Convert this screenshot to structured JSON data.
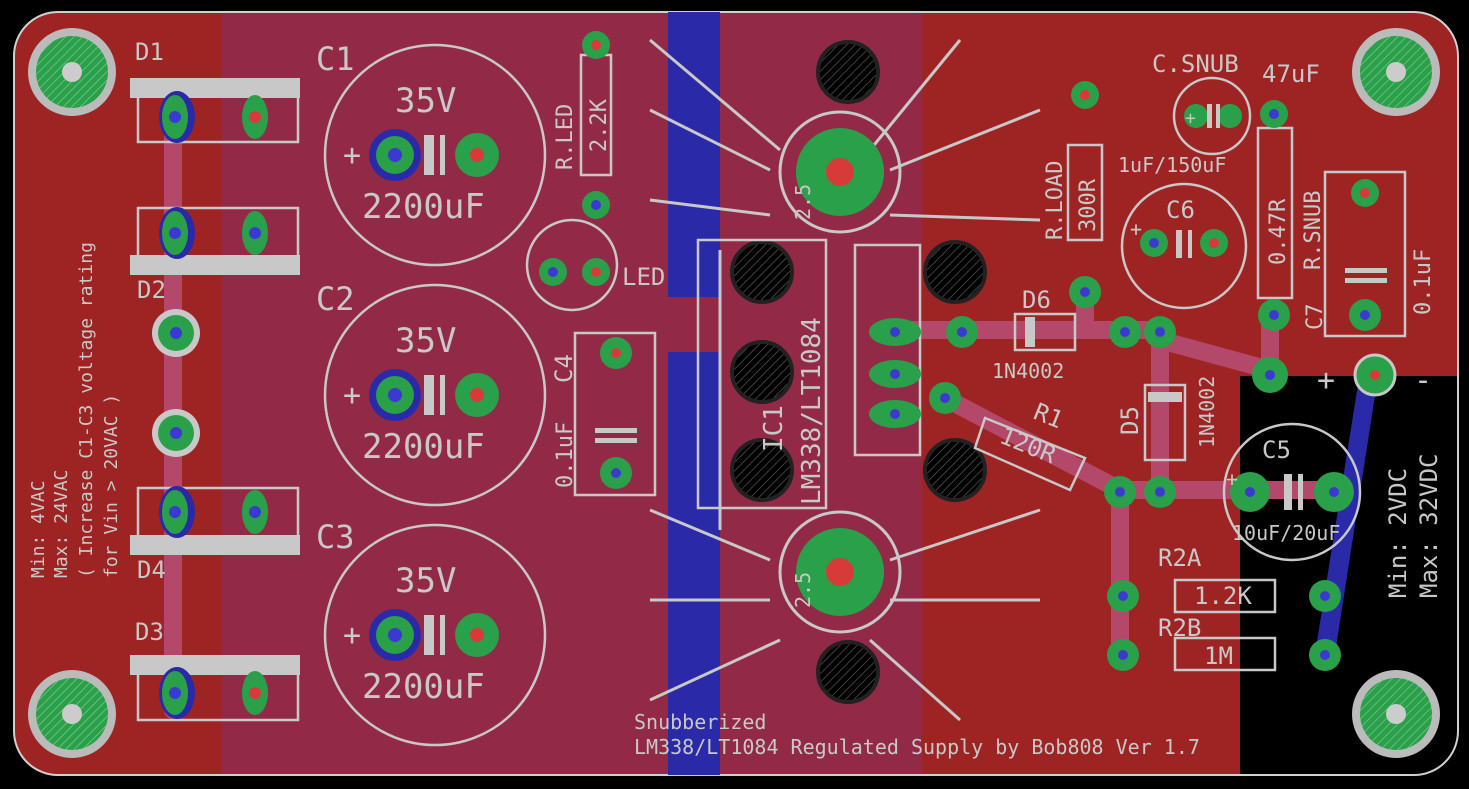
{
  "colors": {
    "background": "#000000",
    "board_red": "#9e2424",
    "board_pink": "#922a47",
    "trace_blue": "#2a2aa8",
    "pad_green": "#2aa04a",
    "silk": "#c8c8c8",
    "drill": "#d83a3a"
  },
  "labels": {
    "d1": "D1",
    "d2": "D2",
    "d3": "D3",
    "d4": "D4",
    "d5": "D5",
    "d6": "D6",
    "c1": "C1",
    "c2": "C2",
    "c3": "C3",
    "c4": "C4",
    "c5": "C5",
    "c6": "C6",
    "c7": "C7",
    "c1_voltage": "35V",
    "c2_voltage": "35V",
    "c3_voltage": "35V",
    "c1_value": "2200uF",
    "c2_value": "2200uF",
    "c3_value": "2200uF",
    "c4_value": "0.1uF",
    "c5_value": "10uF/20uF",
    "c6_value": "1uF/150uF",
    "c7_value": "0.1uF",
    "csnub": "C.SNUB",
    "csnub_value": "47uF",
    "rled": "R.LED",
    "rled_value": "2.2K",
    "led": "LED",
    "rload": "R.LOAD",
    "rload_value": "300R",
    "rsnub": "R.SNUB",
    "rsnub_value": "0.47R",
    "r1": "R1",
    "r1_value": "120R",
    "r2a": "R2A",
    "r2a_value": "1.2K",
    "r2b": "R2B",
    "r2b_value": "1M",
    "ic1": "IC1",
    "ic1_part": "LM338/LT1084",
    "d5_part": "1N4002",
    "d6_part": "1N4002",
    "hs_left": "2.5",
    "hs_right": "2.5",
    "input_note_1": "Min:  4VAC",
    "input_note_2": "Max: 24VAC",
    "input_note_3": "( Increase C1-C3 voltage rating",
    "input_note_4": "for Vin > 20VAC )",
    "output_min": "Min:  2VDC",
    "output_max": "Max: 32VDC",
    "plus_out": "+",
    "minus_out": "-",
    "title_1": "Snubberized",
    "title_2": "LM338/LT1084 Regulated Supply by Bob808 Ver 1.7"
  }
}
